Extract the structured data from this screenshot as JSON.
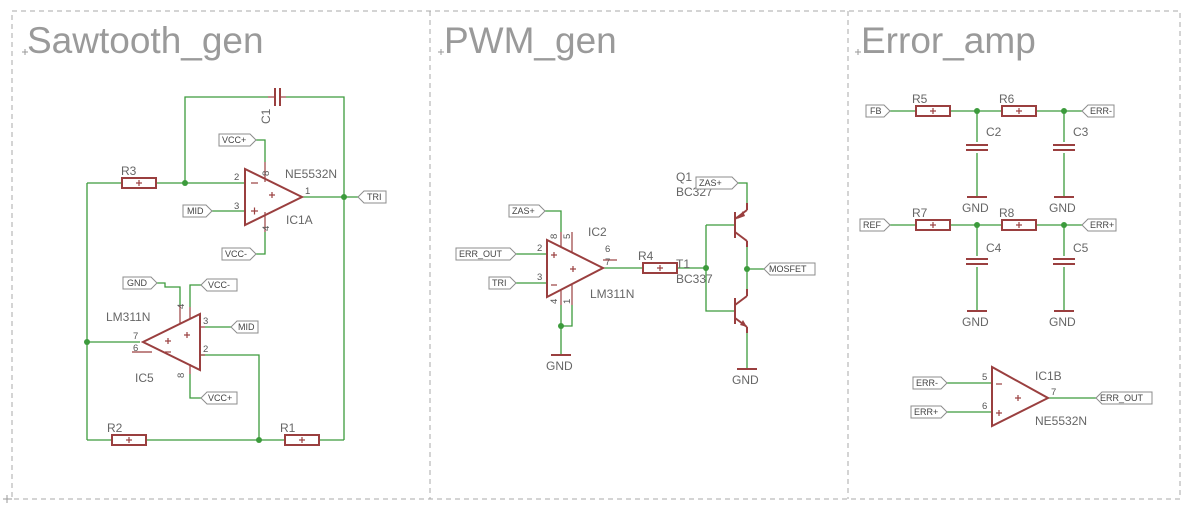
{
  "sections": [
    {
      "title": "Sawtooth_gen"
    },
    {
      "title": "PWM_gen"
    },
    {
      "title": "Error_amp"
    }
  ],
  "parts": {
    "C1": {
      "name": "C1"
    },
    "R3": {
      "name": "R3"
    },
    "IC1A": {
      "name": "IC1A",
      "value": "NE5532N",
      "pins": [
        "2",
        "3",
        "8",
        "4",
        "1"
      ]
    },
    "IC5": {
      "name": "IC5",
      "value": "LM311N",
      "pins": [
        "4",
        "8",
        "3",
        "2",
        "7",
        "6"
      ]
    },
    "R2": {
      "name": "R2"
    },
    "R1": {
      "name": "R1"
    },
    "IC2": {
      "name": "IC2",
      "value": "LM311N",
      "pins": [
        "2",
        "3",
        "8",
        "5",
        "4",
        "1",
        "6",
        "7"
      ]
    },
    "R4": {
      "name": "R4"
    },
    "Q1": {
      "name": "Q1",
      "value": "BC327"
    },
    "T1": {
      "name": "T1",
      "value": "BC337"
    },
    "R5": {
      "name": "R5"
    },
    "R6": {
      "name": "R6"
    },
    "R7": {
      "name": "R7"
    },
    "R8": {
      "name": "R8"
    },
    "C2": {
      "name": "C2"
    },
    "C3": {
      "name": "C3"
    },
    "C4": {
      "name": "C4"
    },
    "C5": {
      "name": "C5"
    },
    "IC1B": {
      "name": "IC1B",
      "value": "NE5532N",
      "pins": [
        "5",
        "6",
        "7"
      ]
    }
  },
  "net_labels": {
    "vcc_plus_1": "VCC+",
    "mid_1": "MID",
    "vcc_minus_1": "VCC-",
    "tri_out": "TRI",
    "gnd_ic5": "GND",
    "vcc_minus_ic5": "VCC-",
    "mid_ic5": "MID",
    "vcc_plus_ic5": "VCC+",
    "zas_ic2": "ZAS+",
    "err_out_in": "ERR_OUT",
    "tri_in": "TRI",
    "zas_q1": "ZAS+",
    "mosfet": "MOSFET",
    "fb": "FB",
    "err_minus_out": "ERR-",
    "ref": "REF",
    "err_plus_out": "ERR+",
    "err_minus_in": "ERR-",
    "err_plus_in": "ERR+",
    "err_out_final": "ERR_OUT"
  },
  "supplies": {
    "gnd_ic2": "GND",
    "gnd_t1": "GND",
    "gnd_c2": "GND",
    "gnd_c3": "GND",
    "gnd_c4": "GND",
    "gnd_c5": "GND"
  },
  "colors": {
    "wire": "#3c9b3c",
    "part": "#9a3f3f",
    "frame": "#a8a8a8",
    "title": "#9a9a9a"
  }
}
